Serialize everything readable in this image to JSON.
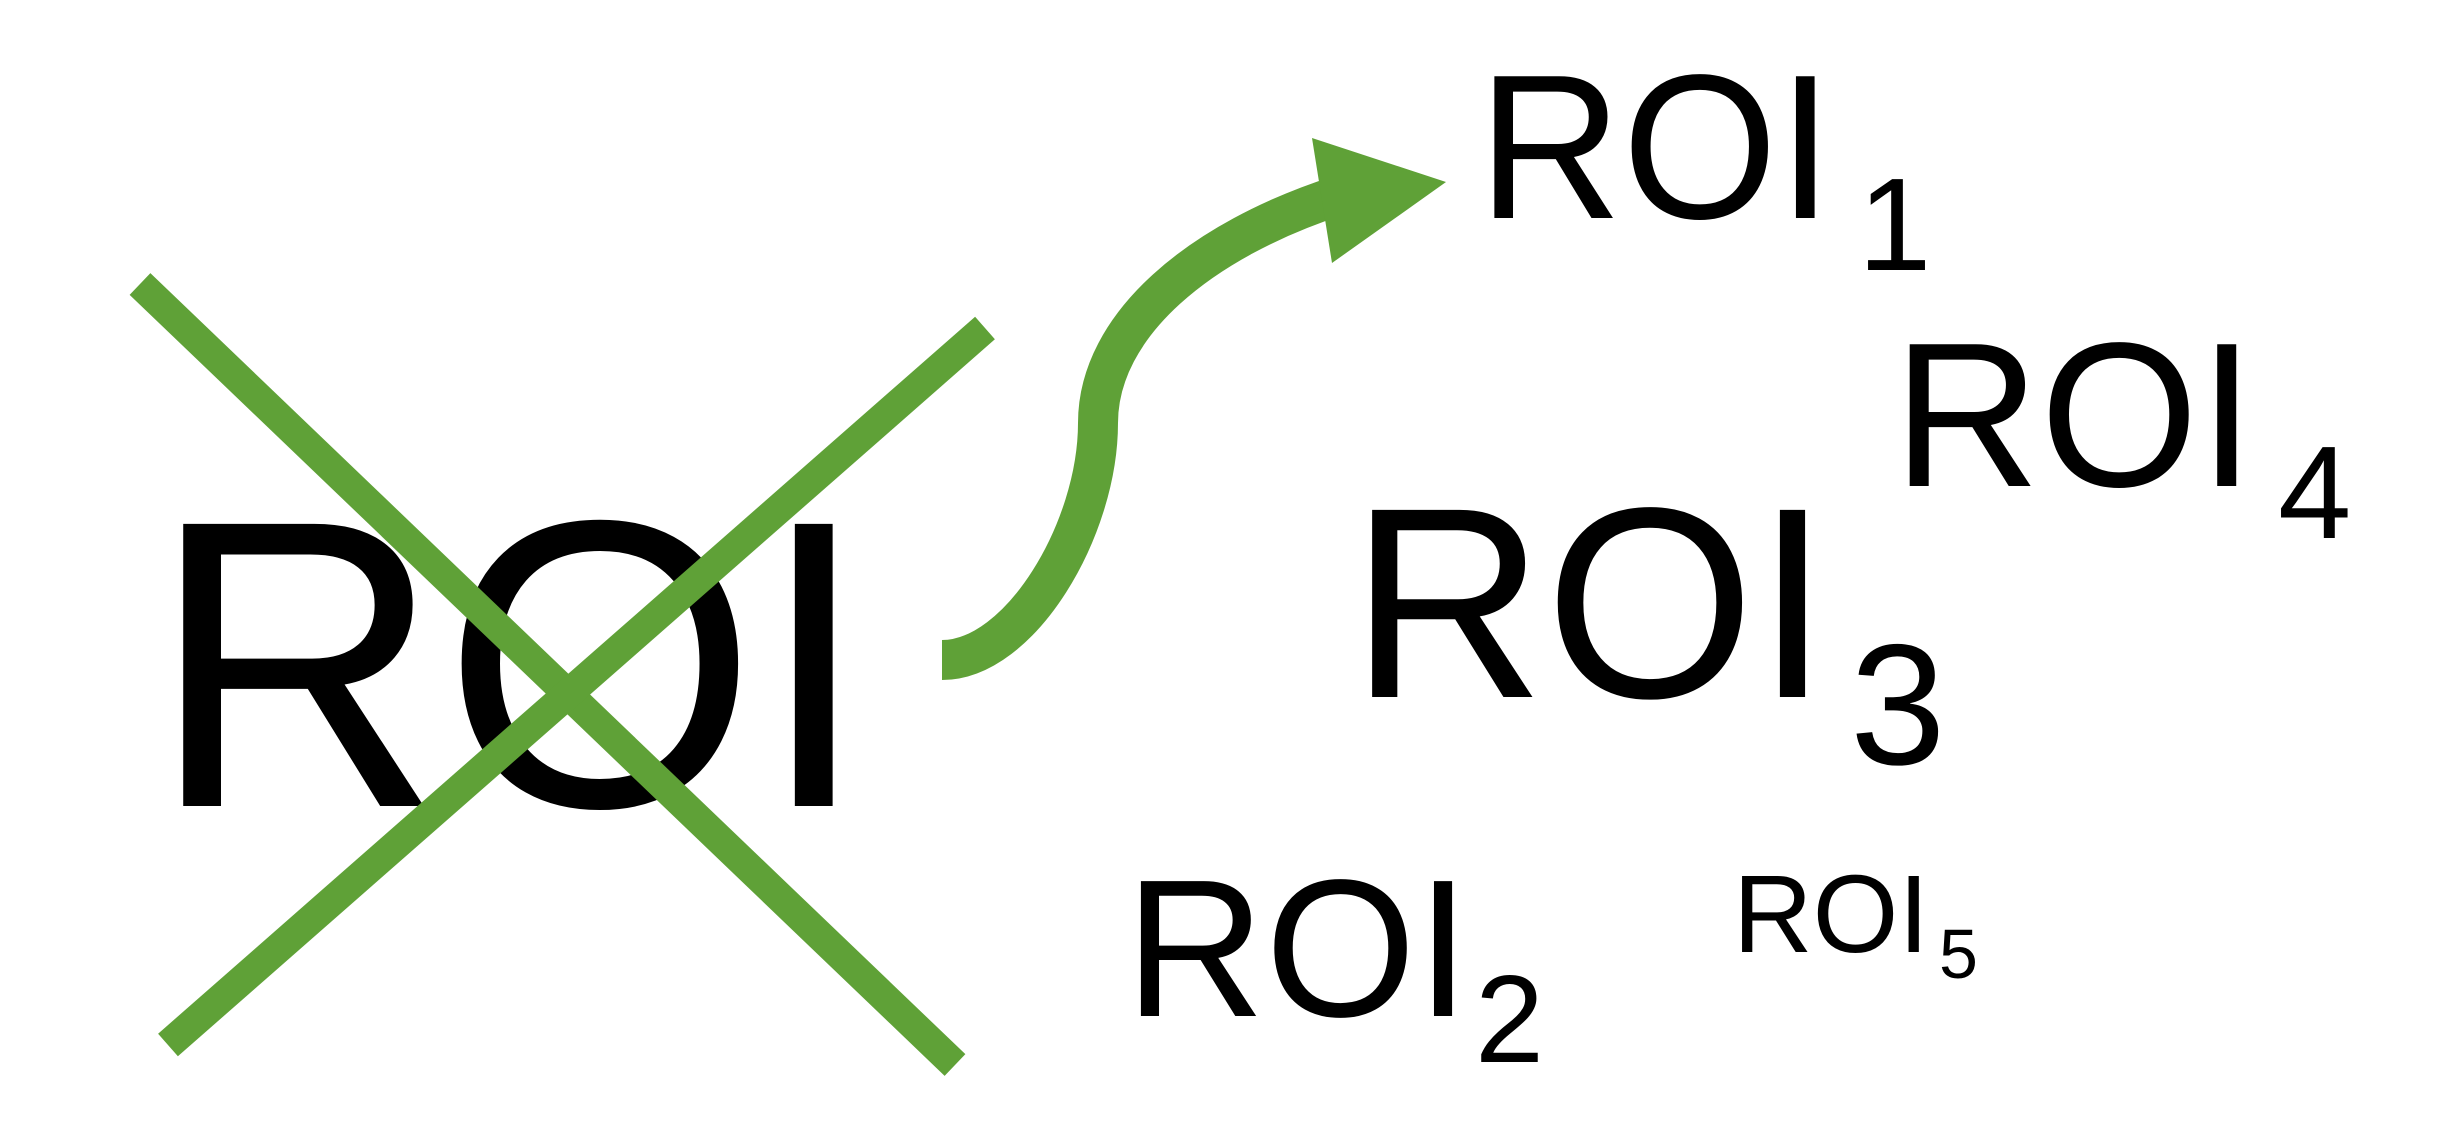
{
  "colors": {
    "accent_green": "#5fa137",
    "text": "#000000",
    "background": "#ffffff"
  },
  "main_label": {
    "text": "ROI",
    "status": "crossed-out"
  },
  "roi_variants": [
    {
      "base": "ROI",
      "subscript": "1"
    },
    {
      "base": "ROI",
      "subscript": "4"
    },
    {
      "base": "ROI",
      "subscript": "3"
    },
    {
      "base": "ROI",
      "subscript": "2"
    },
    {
      "base": "ROI",
      "subscript": "5"
    }
  ],
  "icons": {
    "cross": "cross-out-mark",
    "arrow": "curved-arrow"
  }
}
